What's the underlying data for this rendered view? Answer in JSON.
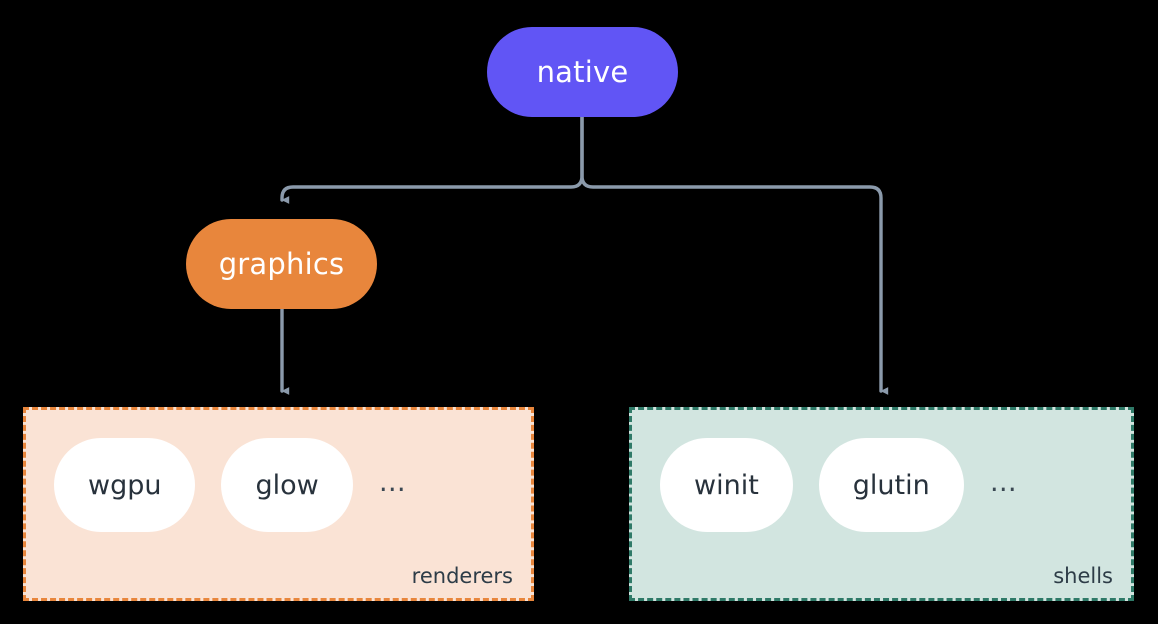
{
  "diagram": {
    "title": "native",
    "background_color": "#000000",
    "edge_color": "#8b9aab",
    "nodes": [
      {
        "id": "native",
        "label": "native",
        "color": "#6155f5",
        "text_color": "#ffffff",
        "shape": "pill"
      },
      {
        "id": "graphics",
        "label": "graphics",
        "color": "#e8863c",
        "text_color": "#ffffff",
        "shape": "pill"
      }
    ],
    "groups": [
      {
        "id": "renderers",
        "label": "renderers",
        "background_color": "#fae3d5",
        "border_color": "#e8863c",
        "border_style": "dashed",
        "items": [
          {
            "label": "wgpu"
          },
          {
            "label": "glow"
          }
        ],
        "overflow_indicator": "…"
      },
      {
        "id": "shells",
        "label": "shells",
        "background_color": "#d2e5e0",
        "border_color": "#2f7a68",
        "border_style": "dashed",
        "items": [
          {
            "label": "winit"
          },
          {
            "label": "glutin"
          }
        ],
        "overflow_indicator": "…"
      }
    ],
    "edges": [
      {
        "from": "native",
        "to": "graphics",
        "arrow": true
      },
      {
        "from": "native",
        "to": "shells",
        "arrow": true
      },
      {
        "from": "graphics",
        "to": "renderers",
        "arrow": true
      }
    ]
  }
}
